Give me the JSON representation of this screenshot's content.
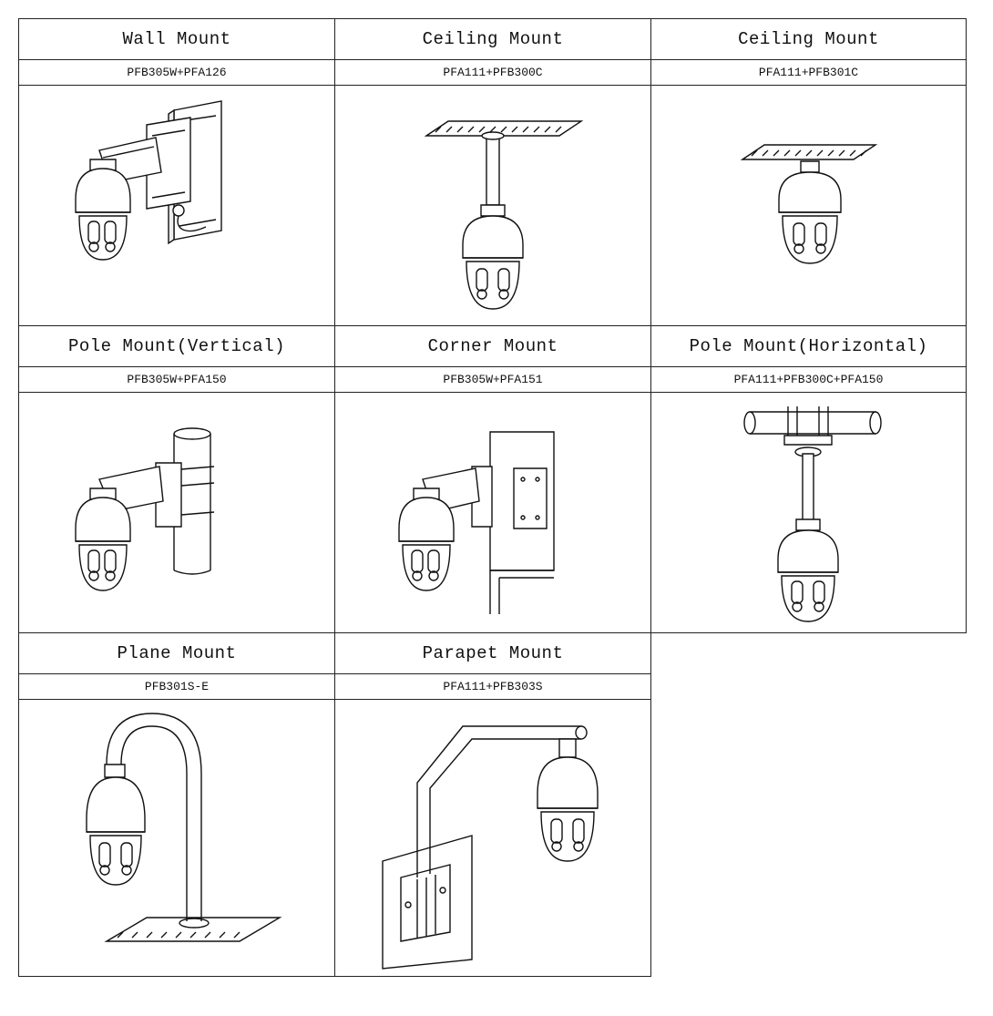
{
  "mounts": [
    {
      "title": "Wall Mount",
      "model": "PFB305W+PFA126",
      "scene": "wall"
    },
    {
      "title": "Ceiling Mount",
      "model": "PFA111+PFB300C",
      "scene": "ceiling-pendant"
    },
    {
      "title": "Ceiling Mount",
      "model": "PFA111+PFB301C",
      "scene": "ceiling-flush"
    },
    {
      "title": "Pole Mount(Vertical)",
      "model": "PFB305W+PFA150",
      "scene": "pole-vertical"
    },
    {
      "title": "Corner Mount",
      "model": "PFB305W+PFA151",
      "scene": "corner"
    },
    {
      "title": "Pole Mount(Horizontal)",
      "model": "PFA111+PFB300C+PFA150",
      "scene": "pole-horizontal"
    },
    {
      "title": "Plane Mount",
      "model": "PFB301S-E",
      "scene": "plane"
    },
    {
      "title": "Parapet Mount",
      "model": "PFA111+PFB303S",
      "scene": "parapet"
    }
  ],
  "icons": {
    "camera": "ptz-dome-camera-icon",
    "wall": "wall-plate-icon",
    "ceiling": "ceiling-plate-icon",
    "pole": "pole-icon"
  }
}
